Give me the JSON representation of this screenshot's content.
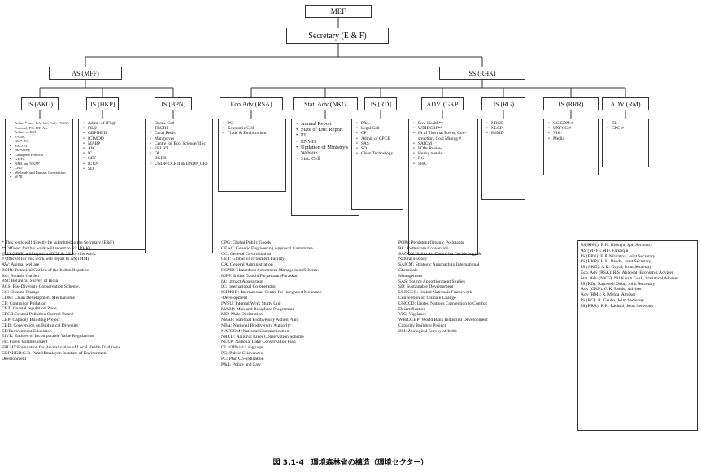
{
  "org_chart": {
    "top": "MEF",
    "secretary": "Secretary (E & F)",
    "as_mff": "AS (MFF)",
    "ss_rhk": "SS (RHK)",
    "units": [
      {
        "label": "JS (AKG)",
        "items": [
          "Admn * Incl. GA, GC, Parl., IWSU, Protocol, PG, RTI Act",
          "Admn. of R.O.",
          "E-Gov.",
          "BSI* ZSI",
          "SACON",
          "Bio-safety",
          "Cartagena Protocol",
          "GEAC",
          "NBA and NBAP",
          "CBD",
          "Wetlands and Ramsar Convention",
          "W*II"
        ]
      },
      {
        "label": "JS [HKP]",
        "items": [
          "Admn. of IFS@",
          "FE@",
          "GBPIHED",
          "ICIMOD",
          "MABP",
          "AW",
          "IC",
          "GEF",
          "IUCN",
          "SD"
        ]
      },
      {
        "label": "JS [BPN]",
        "items": [
          "Ozone Cell",
          "TBGRI",
          "Coral Reefs",
          "Mangroves",
          "Centre for Eco. Science/ IISc",
          "FRLHT",
          "OL",
          "BGBR",
          "UNDP-CCF II & UNDP_GEF"
        ]
      },
      {
        "label": "Eco.Adv (RSA)",
        "items": [
          "PC",
          "Economic Cell",
          "Trade & Environment"
        ]
      },
      {
        "label": "Stat. Adv (NKG",
        "items": [
          "Annual Report",
          "State of Env. Report",
          "EI",
          "ENVIS",
          "Updation of Ministry's Website",
          "Stat. Cell"
        ]
      },
      {
        "label": "JS [RD]",
        "items": [
          "P&L",
          "Legal Cell",
          "CP",
          "Admn. of CPCB",
          "SAS",
          "SD",
          "Clean Technology"
        ]
      },
      {
        "label": "ADV. (GKP",
        "items": [
          "Env. Health**",
          "WBIDCBP**",
          "IA of Thermal Power, Con-struction, Coal Mining #",
          "SAICM",
          "POPs Review",
          "Heavy metels",
          "RC",
          "SHC"
        ]
      },
      {
        "label": "JS (RG)",
        "items": [
          "NRCD",
          "NLCP",
          "HSMD"
        ]
      },
      {
        "label": "JS (RRR)",
        "items": [
          "CC,CDM #",
          "UNFCC #",
          "VIG*",
          "Media"
        ]
      },
      {
        "label": "ADV (RM)",
        "items": [
          "EE",
          "GPG #"
        ]
      }
    ]
  },
  "notes": [
    "* This work will directly be submitted to the Secretary (E&F)",
    "**Officers for this work will report to SS (RHK)",
    "@ JS (HKP) will report to DGF & SS for this work.",
    "# Officers for this work will report to AS(JMM)"
  ],
  "glossary_col1": [
    "AW: Animal welfare",
    "BGIR: Botanical Garden of the Indian Republic",
    "BG: Botanic Garden",
    "BSI: Botanical Survey of India",
    "BCS: Bio-Diversity Conservation Scheme.",
    "CC: Climate Change",
    "CDM: Clean Development Mechanisms",
    "CP: Control of Pollution",
    "CRZ: Coastal regulation Zone",
    "CPCB:Central Pollution Control Board",
    "CBP: Capacity Building Project",
    "CBD: Convention on Biological Diversity",
    "EE:Environment Education",
    "EIVR: Entities of Incomparable Value Regulations",
    "FE: Forest Establishment",
    "FRLHT:Foundation for Revitalization of Local Health Traditions",
    "GBPIHED:G.B. Pant Himalayan Institute of Environment -",
    "Development"
  ],
  "glossary_col2": [
    "GPG: Global Public Goods",
    "GEAC: Genetic Engineering Approval Committee",
    "GC: General Co-ordination",
    "GEF: Global Environment Facility",
    "GA: General Administration",
    "HSMD: Hazardous Substances Management Scheme.",
    "IGPP: Indira Gandhi Paryavaran Puraskar",
    "IA: Impact Assessment",
    "IC: International Co-operation",
    "ICIMOD: International Centre for Integrated Mountain",
    "-Development",
    "IWSU: Internal Work Study Unit",
    "MABP: Man and Biosphere Programme",
    "MD: Male Declaration",
    "NBAP: National Biodiversity Action Plan",
    "NBA: National Biodiversity Authority",
    "NATCOM: National Communication",
    "NRCD: National River Conservation Scheme",
    "NLCP: National Lake Conservation Plan",
    "OL: Official Language",
    "PG: Public Grievances",
    "PC: Plan Co-ordination",
    "P&L: Policy and Law"
  ],
  "glossary_col3": [
    "POPs: Persistent Organic Pollutants",
    "RC: Rotterdam Convention.",
    "SACON: Salim Ali Centre for Ornithology &",
    "Natural History",
    "SAICM: Strategic Approach to International",
    "Chemicals",
    "Management",
    "SAS: Source Apportionment Studies",
    "SD: Sustainable Development",
    "UNFCCC: United Nationals Framework",
    "Convention on Climate Change",
    "UNCCD: United Nations Convention to Combat",
    "Desertification",
    "VIG: Vigilance",
    "WBIDCBP: World Bank Industrial Development",
    "Capacity Building Project",
    "ZSI: Zoological Survey of India"
  ],
  "officers": [
    "SS(RHK): R.H. Khwaja, Spl. Secretary",
    "AS (MFF): M.F. Farooqui",
    "JS (BPN): B.P. Nilaratna, Joint Secretary",
    "JS (HKP): H.K. Pande, Joint Secretary",
    "JS (AKG): A.K. Goyal, Joint Secretary",
    "Eco. Adv (RSA): R.S. Ahlawat, Economic Adviser",
    "Stat. Adv (NKG): Nil Kanth Gosh, Statistical Adviser",
    "JS (RD): Rajneesh Dube, Joint Secretary",
    "Adv (GKP): G.K. Pande, Adviser",
    "Adv (RM): R. Mehta, Adviser",
    "JS (RG): R. Gauba, Joint Secretary",
    "JS (RRR): R.R. Rashmi, Joint Secretary"
  ],
  "caption": "図 3.1-4　環境森林省の構造（環境セクター）"
}
